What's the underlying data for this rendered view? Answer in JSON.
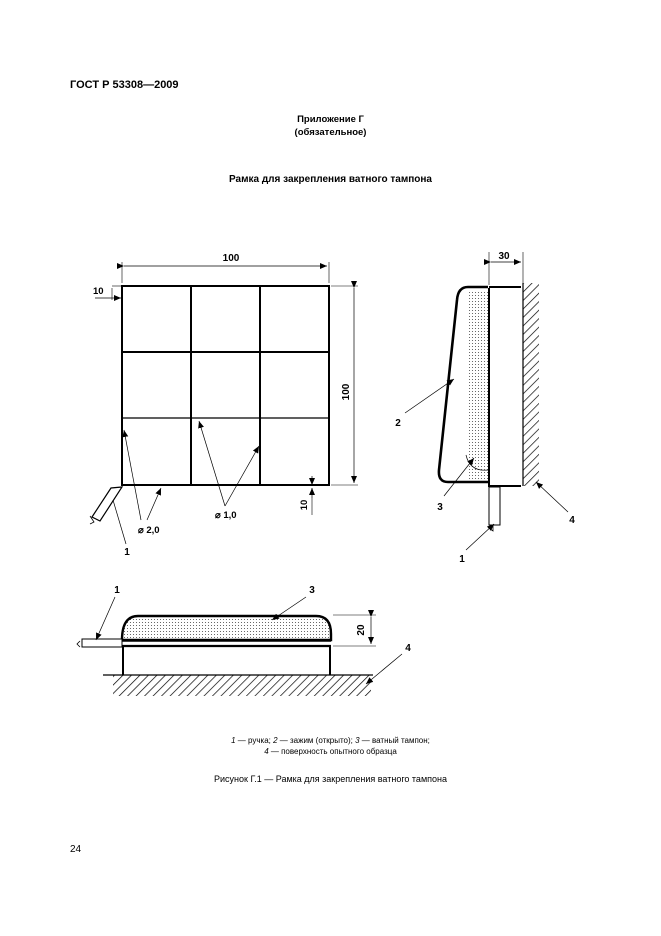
{
  "header": {
    "standard_id": "ГОСТ Р 53308—2009"
  },
  "annex": {
    "title": "Приложение Г",
    "status": "(обязательное)"
  },
  "section": {
    "title": "Рамка для закрепления ватного тампона"
  },
  "figure": {
    "dims": {
      "width_100": "100",
      "height_100": "100",
      "offset_10_top": "10",
      "offset_10_bottom": "10",
      "depth_30": "30",
      "height_20": "20"
    },
    "diameters": {
      "wire_2": "⌀ 2,0",
      "wire_1": "⌀ 1,0"
    },
    "labels": {
      "front_1": "1",
      "side_2": "2",
      "side_3": "3",
      "side_4": "4",
      "side_1": "1",
      "bottom_1": "1",
      "bottom_3": "3",
      "bottom_4": "4"
    },
    "legend": {
      "n1": "1",
      "t1": " — ручка; ",
      "n2": "2",
      "t2": " — зажим (открыто); ",
      "n3": "3",
      "t3": " — ватный тампон;",
      "n4": "4",
      "t4": " — поверхность опытного образца"
    },
    "caption": "Рисунок Г.1 — Рамка для закрепления ватного тампона"
  },
  "footer": {
    "page_number": "24"
  }
}
